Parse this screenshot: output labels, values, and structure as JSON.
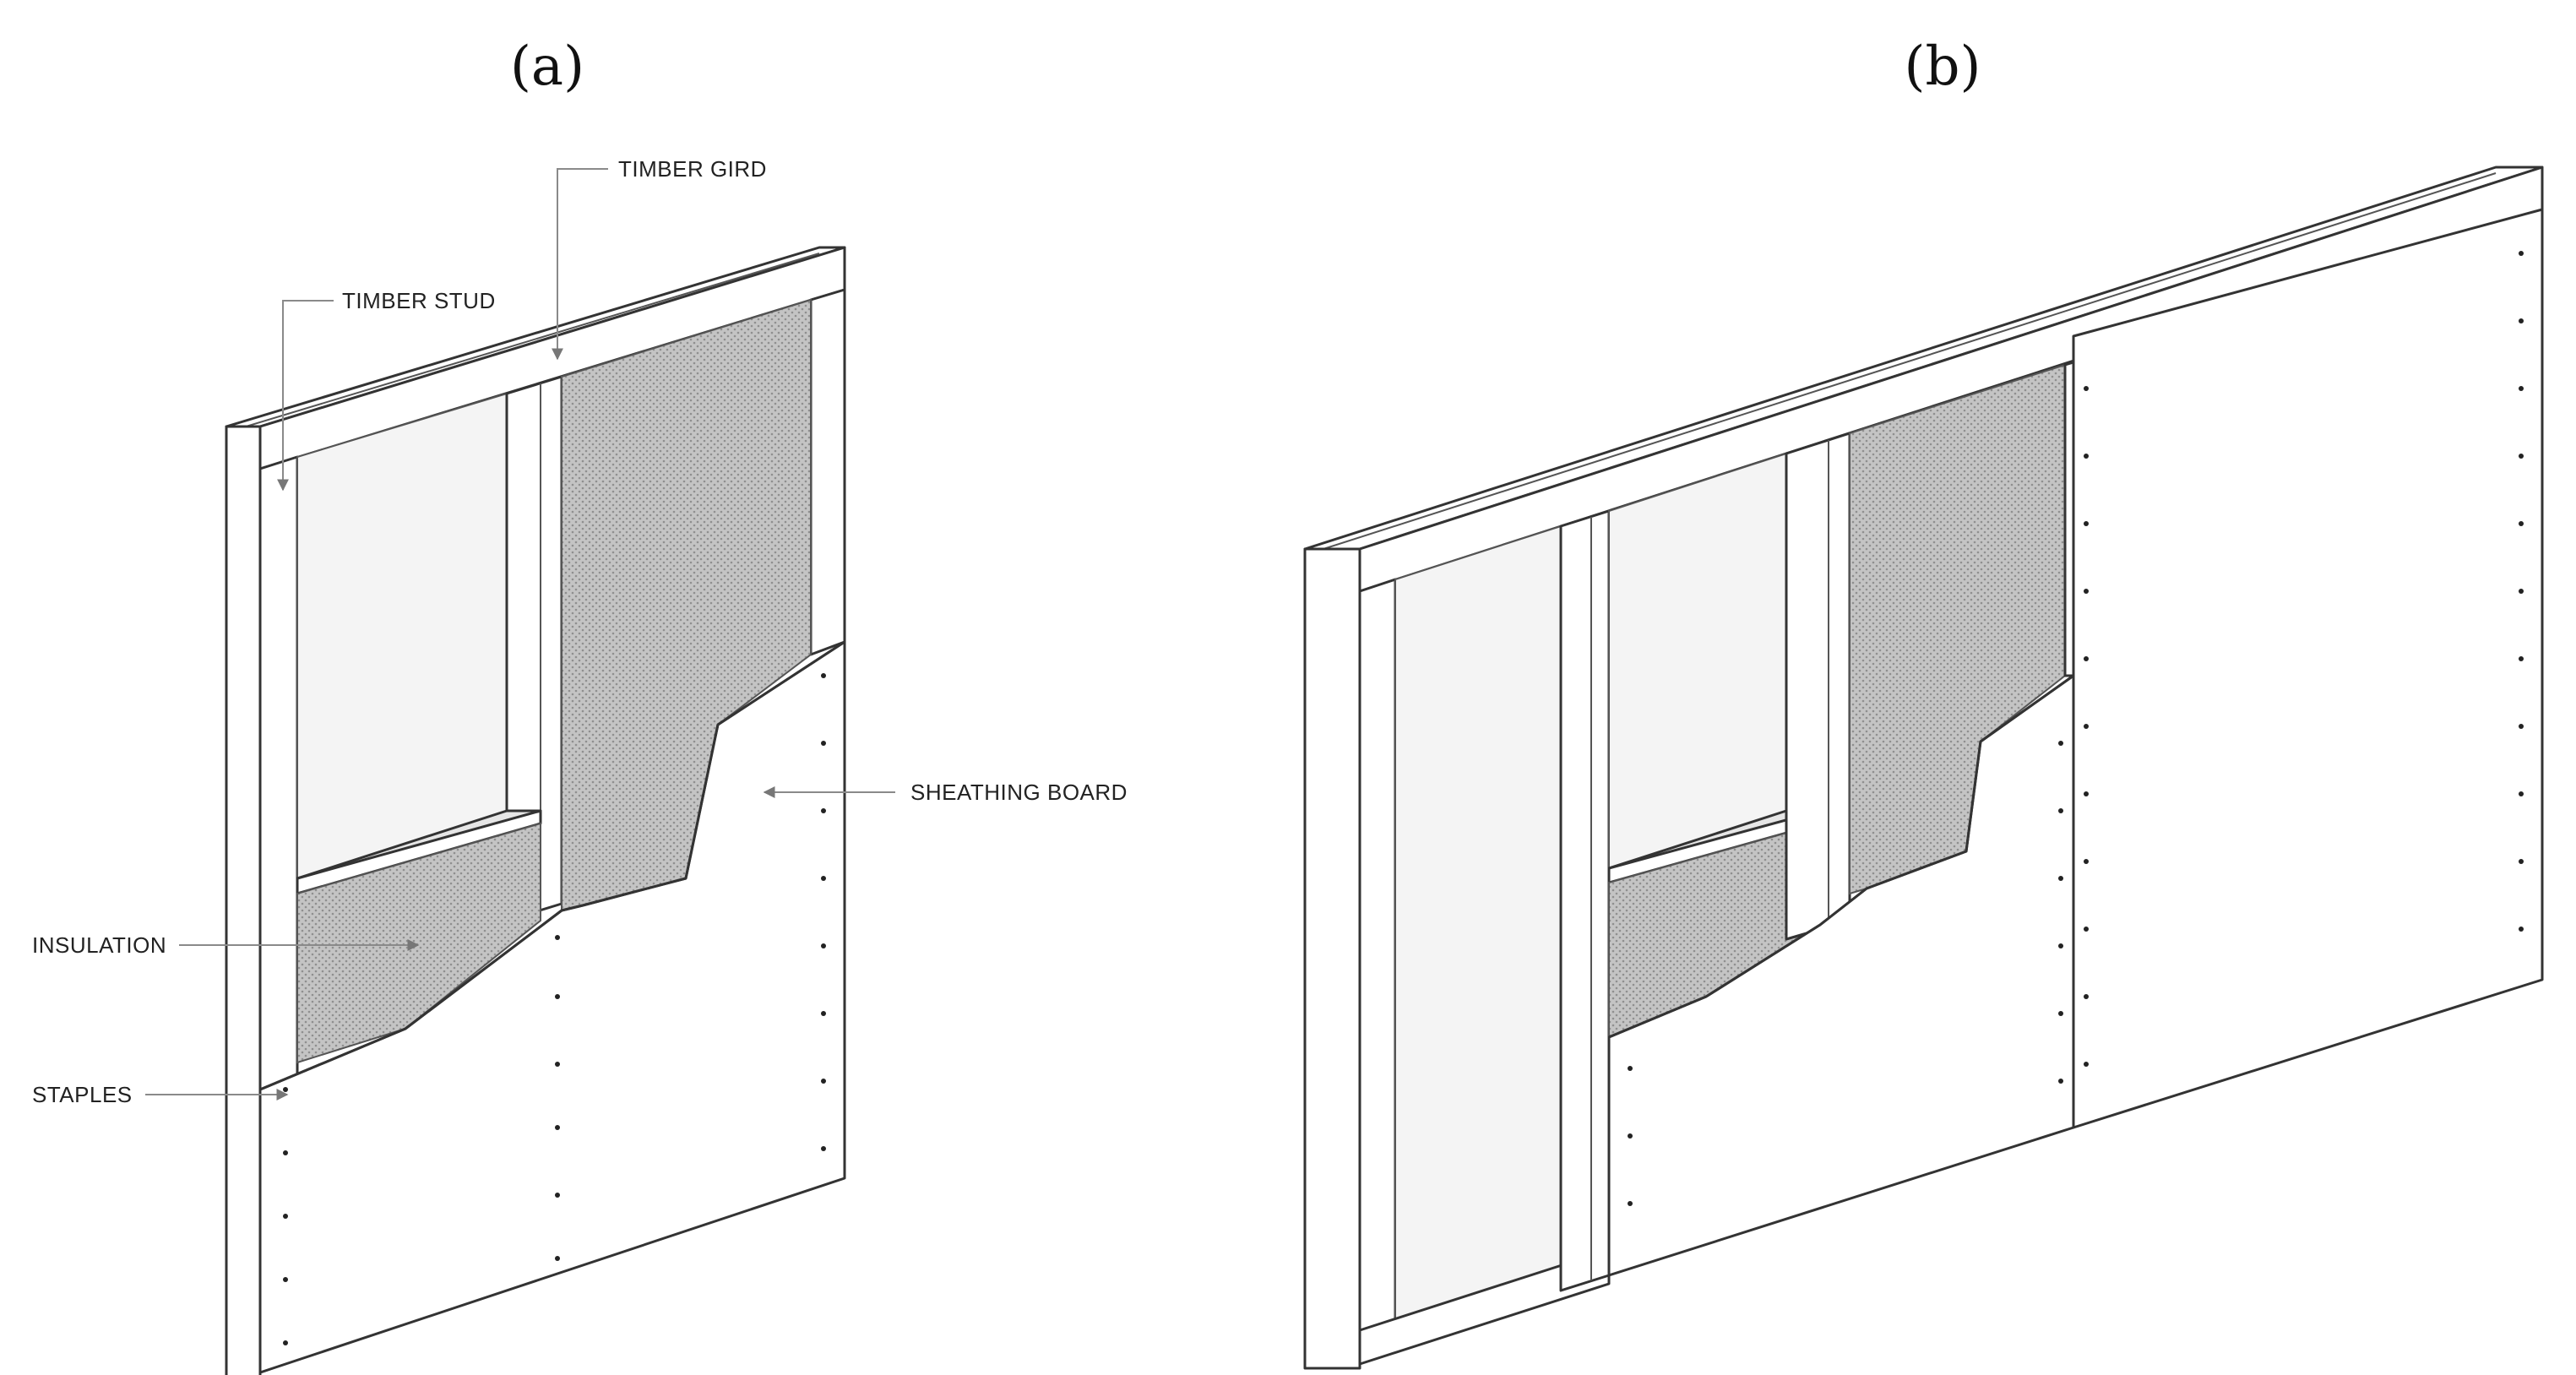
{
  "panels": {
    "a": {
      "label": "(a)"
    },
    "b": {
      "label": "(b)"
    }
  },
  "callouts": {
    "timber_gird": "TIMBER GIRD",
    "timber_stud": "TIMBER STUD",
    "sheathing_board": "SHEATHING BOARD",
    "insulation": "INSULATION",
    "staples": "STAPLES"
  },
  "colors": {
    "line": "#333333",
    "insulation": "#b9b9b9",
    "leader": "#8a8a8a"
  }
}
